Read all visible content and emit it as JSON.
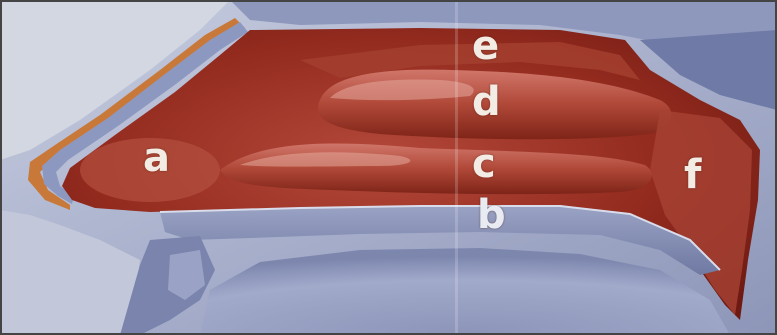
{
  "labels": {
    "a": "a",
    "b": "b",
    "c": "c",
    "d": "d",
    "e": "e",
    "f": "f"
  },
  "colors": {
    "background_tissue": "#8f97b8",
    "bone_blue": "#7d88b0",
    "cavity_red": "#8a2418",
    "turbinate_red": "#b24a3a",
    "cartilage_orange": "#c97a3a",
    "label_white": "#f2ece4"
  }
}
